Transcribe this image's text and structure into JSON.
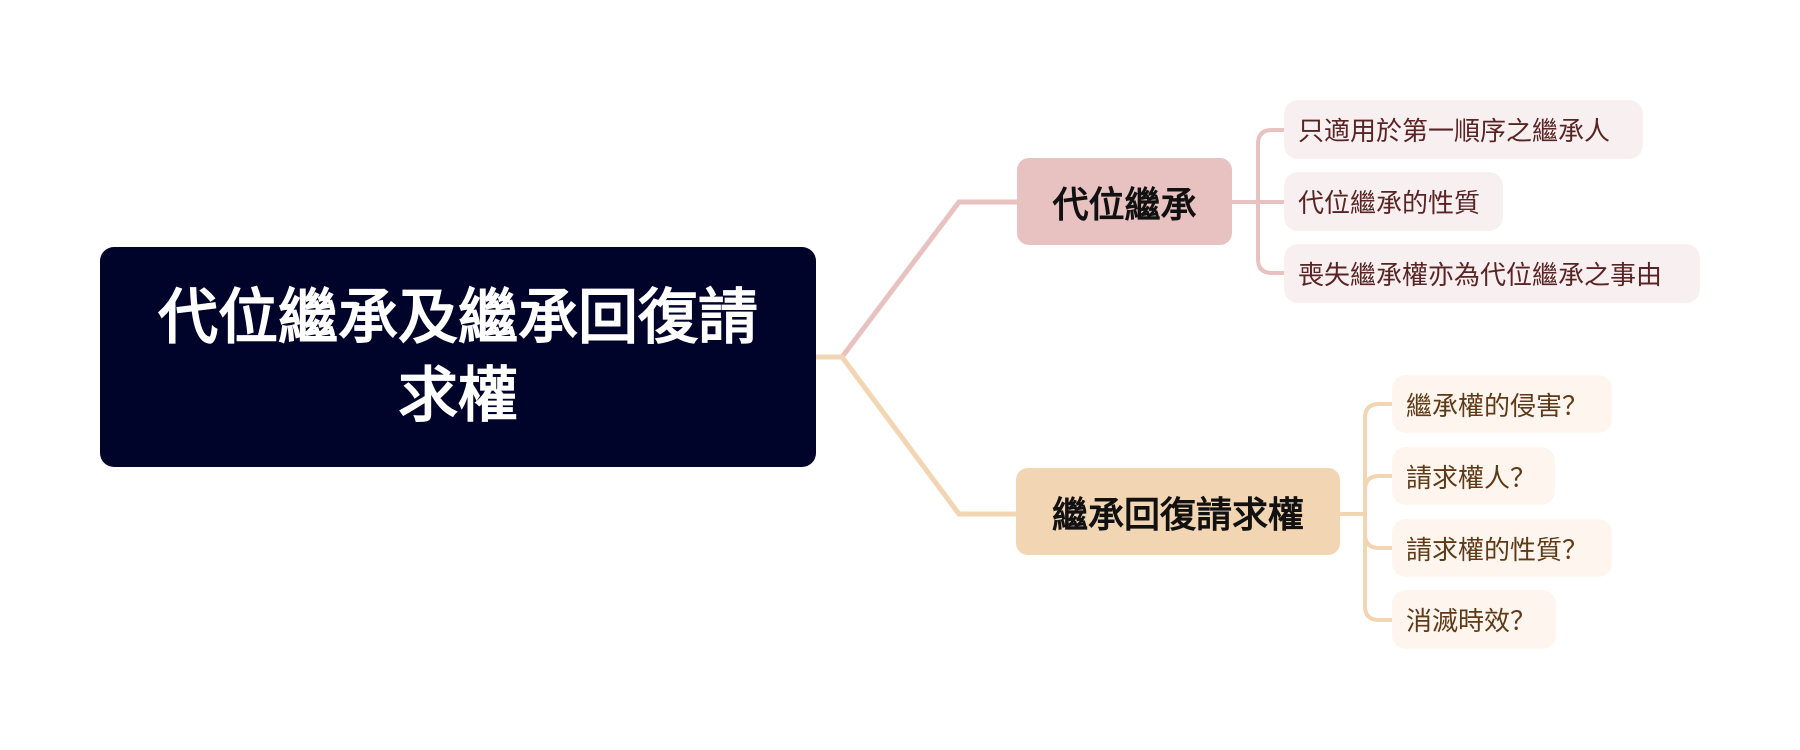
{
  "root": {
    "title": "代位繼承及繼承回復請求權"
  },
  "colors": {
    "root_bg": "#00032a",
    "branch1": "#e8c2c1",
    "branch1_leaf_bg": "#f8f0f0",
    "branch1_text": "#5a2424",
    "branch2": "#f2d5b3",
    "branch2_leaf_bg": "#fdf5ee",
    "branch2_text": "#5e3b16"
  },
  "branches": [
    {
      "label": "代位繼承",
      "children": [
        "只適用於第一順序之繼承人",
        "代位繼承的性質",
        "喪失繼承權亦為代位繼承之事由"
      ]
    },
    {
      "label": "繼承回復請求權",
      "children": [
        "繼承權的侵害？",
        "請求權人？",
        "請求權的性質？",
        "消滅時效？"
      ]
    }
  ]
}
